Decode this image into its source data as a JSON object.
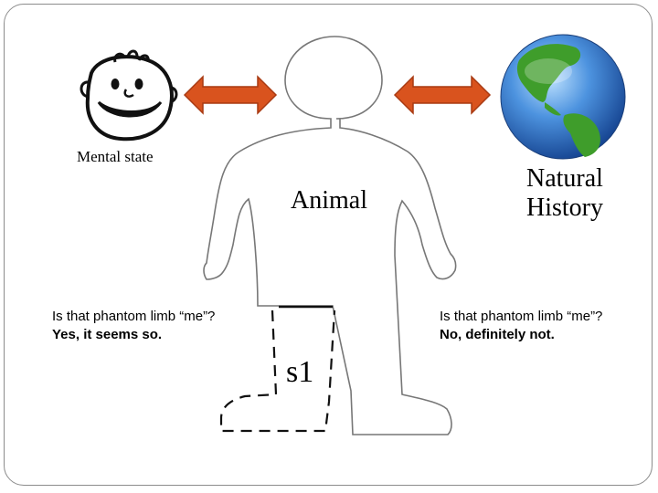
{
  "labels": {
    "mental_state": "Mental state",
    "animal": "Animal",
    "natural_history_line1": "Natural",
    "natural_history_line2": "History",
    "s1": "s1"
  },
  "left_question": {
    "question": "Is that phantom limb “me”?",
    "answer": "Yes, it seems so."
  },
  "right_question": {
    "question": "Is that phantom limb “me”?",
    "answer": "No, definitely not."
  },
  "colors": {
    "arrow_fill": "#d9531e",
    "arrow_stroke": "#a83a12",
    "globe_ocean": "#3b82d6",
    "globe_land": "#3f9d2b"
  },
  "icons": {
    "face": "smiley-face-icon",
    "globe": "earth-globe-icon",
    "arrows": "double-headed-arrow-icon"
  }
}
